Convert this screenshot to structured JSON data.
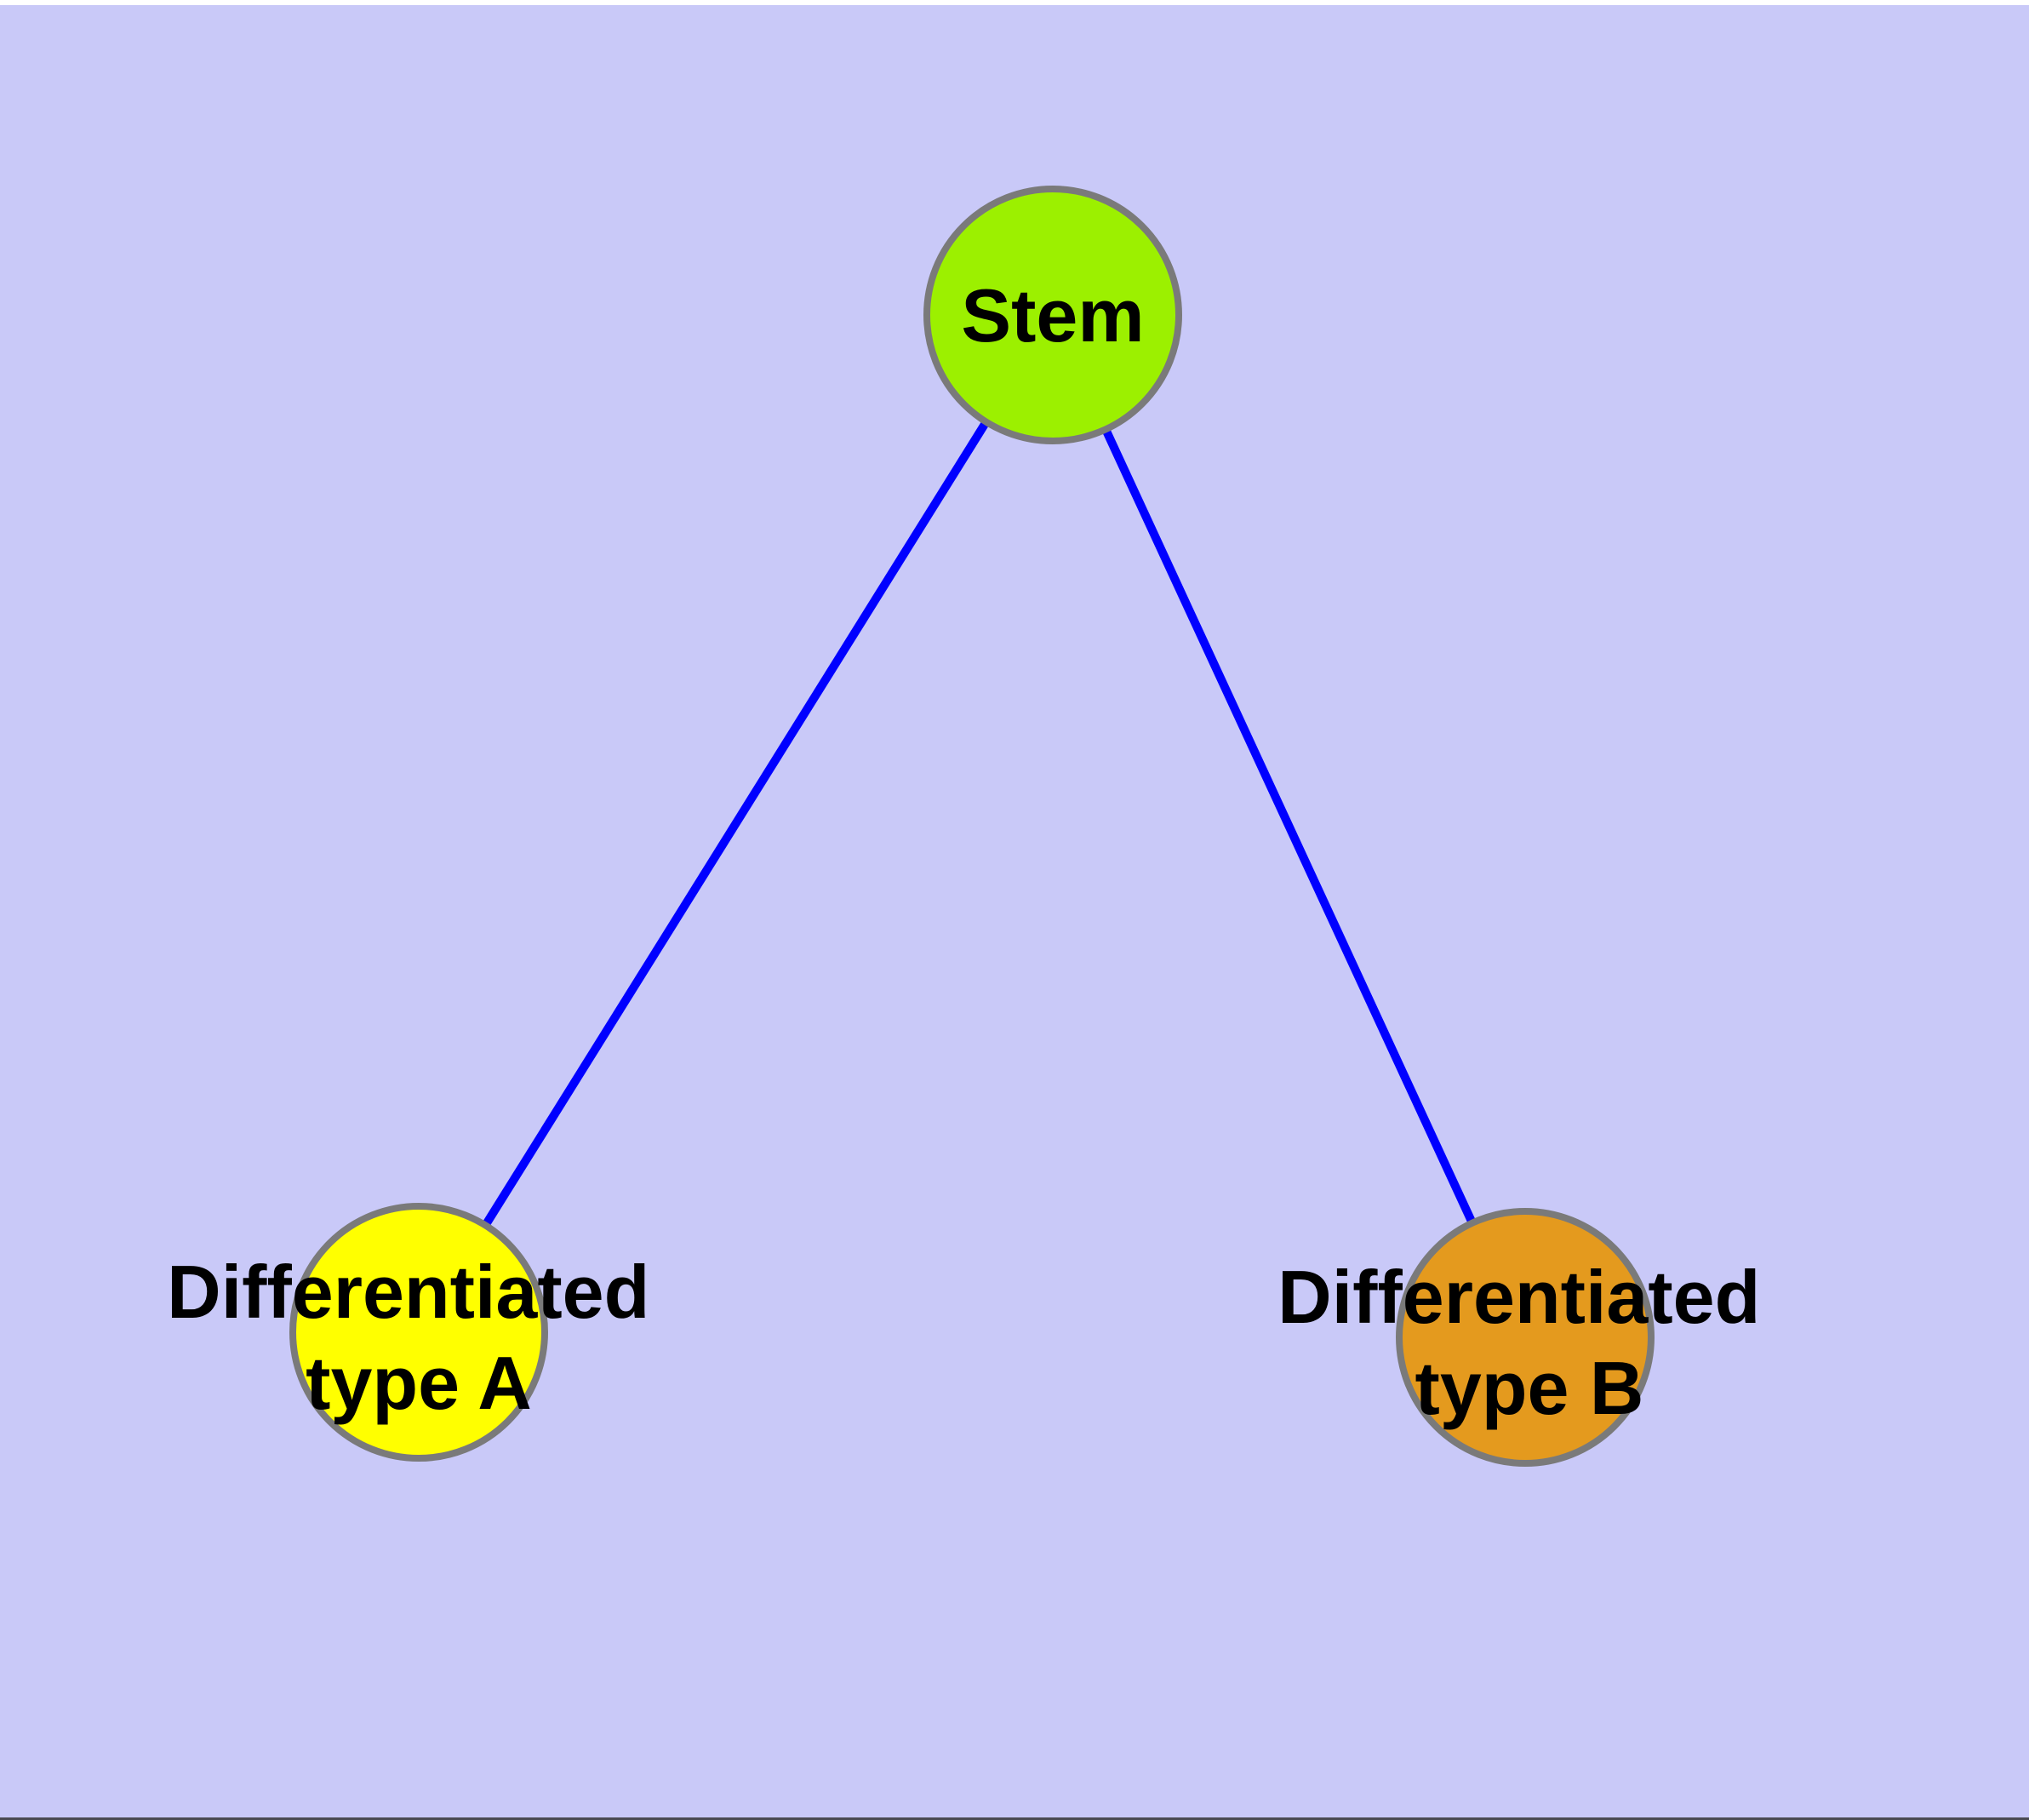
{
  "figure": {
    "background_color": "#c9c9f8",
    "top_margin_color": "#ffffff",
    "bottom_hairline_color": "#4a4a52",
    "edge_color": "#0000ff",
    "node_border_color": "#7a7a7a",
    "label_color": "#000000",
    "nodes": {
      "stem": {
        "label": "Stem",
        "fill": "#9cf000"
      },
      "type_a": {
        "label_line1": "Differentiated",
        "label_line2": "type A",
        "fill": "#ffff00"
      },
      "type_b": {
        "label_line1": "Differentiated",
        "label_line2": "type B",
        "fill": "#e49a1e"
      }
    },
    "edges": [
      {
        "from": "Stem",
        "to": "Differentiated type A"
      },
      {
        "from": "Stem",
        "to": "Differentiated type B"
      }
    ]
  }
}
